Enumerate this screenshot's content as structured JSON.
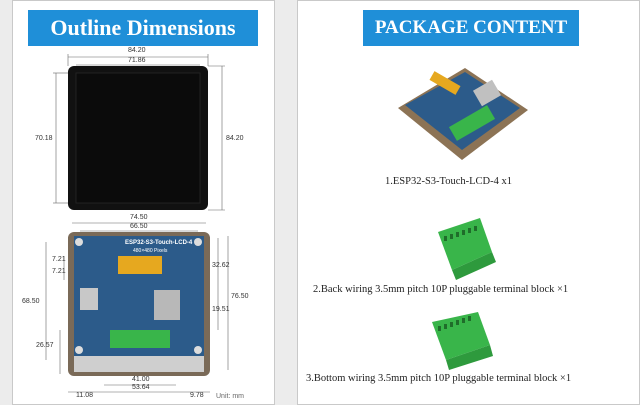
{
  "left": {
    "title": "Outline Dimensions",
    "top_view_dims": {
      "outer_width": "84.20",
      "inner_width": "71.86",
      "inner_height": "70.18",
      "outer_height": "84.20"
    },
    "board_dims": {
      "width_outer": "74.50",
      "width_inner": "66.50",
      "d_7_21_a": "7.21",
      "d_7_21_b": "7.21",
      "d_68_50": "68.50",
      "d_26_57": "26.57",
      "d_32_62": "32.62",
      "d_76_50": "76.50",
      "d_19_51": "19.51",
      "d_41_00": "41.00",
      "d_53_64": "53.64",
      "d_11_08": "11.08",
      "d_9_78": "9.78"
    },
    "board_label": "ESP32-S3-Touch-LCD-4",
    "board_sublabel": "480×480 Pixels",
    "unit": "Unit: mm"
  },
  "right": {
    "title": "PACKAGE CONTENT",
    "items": [
      {
        "caption": "1.ESP32-S3-Touch-LCD-4 x1"
      },
      {
        "caption": "2.Back wiring 3.5mm pitch 10P pluggable terminal block ×1"
      },
      {
        "caption": "3.Bottom wiring 3.5mm pitch 10P pluggable terminal block ×1"
      }
    ]
  },
  "colors": {
    "banner": "#1f8fd8",
    "terminal_green": "#39b54a",
    "pcb_blue": "#2c5b8a"
  }
}
